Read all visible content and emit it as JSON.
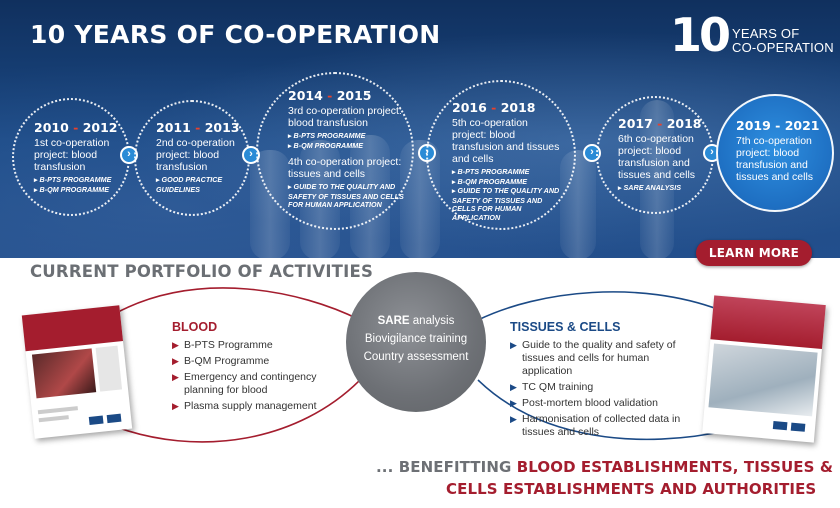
{
  "banner": {
    "title": "10 YEARS OF CO-OPERATION",
    "logo": {
      "number": "10",
      "line1": "YEARS OF",
      "line2": "CO-OPERATION"
    }
  },
  "timeline": [
    {
      "year_a": "2010",
      "year_b": "2012",
      "title": "1st co-operation project: blood transfusion",
      "subs": [
        "B-PTS PROGRAMME",
        "B-QM PROGRAMME"
      ]
    },
    {
      "year_a": "2011",
      "year_b": "2013",
      "title": "2nd co-operation project: blood transfusion",
      "subs": [
        "GOOD PRACTICE GUIDELINES"
      ]
    },
    {
      "year_a": "2014",
      "year_b": "2015",
      "title": "3rd co-operation project: blood transfusion",
      "subs": [
        "B-PTS PROGRAMME",
        "B-QM PROGRAMME"
      ],
      "title2": "4th co-operation project: tissues and cells",
      "subs2": [
        "GUIDE TO THE QUALITY AND SAFETY OF TISSUES AND CELLS FOR HUMAN APPLICATION"
      ]
    },
    {
      "year_a": "2016",
      "year_b": "2018",
      "title": "5th co-operation project: blood transfusion and tissues and cells",
      "subs": [
        "B-PTS PROGRAMME",
        "B-QM PROGRAMME",
        "GUIDE TO THE QUALITY AND SAFETY OF TISSUES AND CELLS FOR HUMAN APPLICATION"
      ]
    },
    {
      "year_a": "2017",
      "year_b": "2018",
      "title": "6th co-operation project: blood transfusion and tissues and cells",
      "subs": [
        "SARE ANALYSIS"
      ]
    },
    {
      "year_a": "2019",
      "year_b": "2021",
      "title": "7th co-operation project: blood transfusion and tissues and cells",
      "subs": []
    }
  ],
  "learn_more": "LEARN MORE",
  "portfolio": {
    "title": "CURRENT PORTFOLIO OF ACTIVITIES",
    "blood": {
      "title": "BLOOD",
      "items": [
        "B-PTS Programme",
        "B-QM Programme",
        "Emergency and contingency planning for blood",
        "Plasma supply management"
      ]
    },
    "center": {
      "sare_bold": "SARE",
      "sare_rest": " analysis",
      "line2": "Biovigilance training",
      "line3": "Country assessment"
    },
    "tissues": {
      "title": "TISSUES & CELLS",
      "items": [
        "Guide to the quality and safety of tissues and cells for human application",
        "TC QM training",
        "Post-mortem blood validation",
        "Harmonisation of collected data in tissues and cells"
      ]
    },
    "footer_prefix": "... BENEFITTING ",
    "footer_highlight1": "BLOOD ESTABLISHMENTS, TISSUES &",
    "footer_highlight2": "CELLS ESTABLISHMENTS AND AUTHORITIES"
  },
  "colors": {
    "navy": "#1b4a86",
    "crimson": "#a41d2e",
    "accent_blue": "#2a8bd6",
    "grey": "#6d7075",
    "dash_red": "#e8412c"
  }
}
